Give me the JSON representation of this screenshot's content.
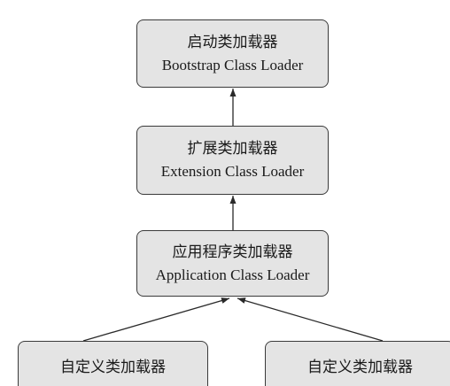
{
  "nodes": {
    "bootstrap": {
      "label_zh": "启动类加载器",
      "label_en": "Bootstrap Class Loader"
    },
    "extension": {
      "label_zh": "扩展类加载器",
      "label_en": "Extension Class Loader"
    },
    "application": {
      "label_zh": "应用程序类加载器",
      "label_en": "Application Class Loader"
    },
    "custom_1": {
      "label_zh": "自定义类加载器"
    },
    "custom_2": {
      "label_zh": "自定义类加载器"
    }
  },
  "edges": [
    {
      "from": "extension",
      "to": "bootstrap"
    },
    {
      "from": "application",
      "to": "extension"
    },
    {
      "from": "custom_1",
      "to": "application"
    },
    {
      "from": "custom_2",
      "to": "application"
    }
  ],
  "colors": {
    "box_fill": "#e4e4e4",
    "box_border": "#3a3a3a",
    "arrow": "#2a2a2a"
  }
}
